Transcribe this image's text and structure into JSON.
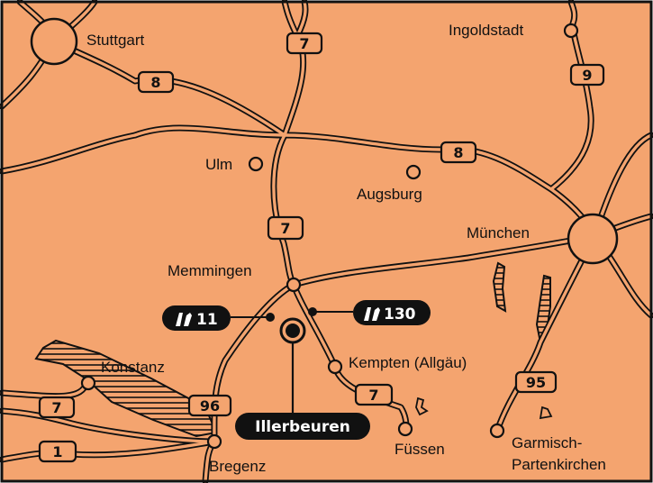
{
  "colors": {
    "land": "#F4A46F",
    "line": "#111111",
    "highlight": "#111111",
    "highlight_text": "#ffffff"
  },
  "cities": {
    "stuttgart": "Stuttgart",
    "ingolstadt": "Ingoldstadt",
    "ulm": "Ulm",
    "augsburg": "Augsburg",
    "muenchen": "München",
    "memmingen": "Memmingen",
    "konstanz": "Konstanz",
    "kempten": "Kempten (Allgäu)",
    "fuessen": "Füssen",
    "bregenz": "Bregenz",
    "garmisch_line1": "Garmisch-",
    "garmisch_line2": "Partenkirchen",
    "illerbeuren": "Illerbeuren"
  },
  "road_shields": {
    "a7_north": "7",
    "a8_west": "8",
    "a9": "9",
    "a8_east": "8",
    "a7_mid": "7",
    "a96": "96",
    "a7_south": "7",
    "a95": "95",
    "a7_lake": "7",
    "a1": "1"
  },
  "exits": {
    "exit_11": "11",
    "exit_130": "130"
  }
}
